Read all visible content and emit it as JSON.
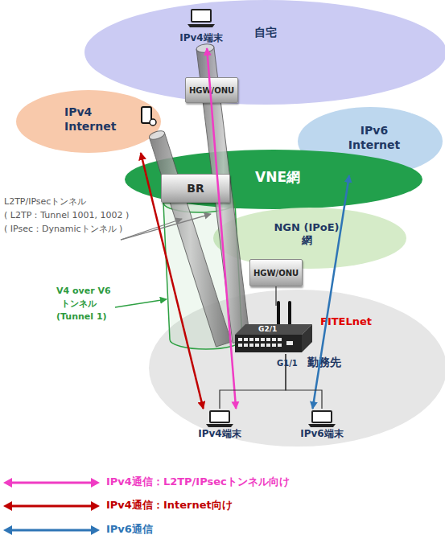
{
  "diagram": {
    "nodes": [
      {
        "text": [
          "自宅"
        ]
      },
      {
        "text": [
          "IPv4端末"
        ],
        "in": 0
      },
      {
        "text": [
          "HGW/ONU"
        ]
      },
      {
        "text": [
          "IPv4 Internet"
        ]
      },
      {
        "text": [
          "IPv6 Internet"
        ]
      },
      {
        "text": [
          "VNE網"
        ]
      },
      {
        "text": [
          "BR"
        ],
        "in": 5
      },
      {
        "text": [
          "NGN (IPoE)網"
        ]
      },
      {
        "text": [
          "勤務先"
        ]
      },
      {
        "text": [
          "HGW/ONU"
        ]
      },
      {
        "text": [
          "FITELnet"
        ],
        "in": 8
      },
      {
        "text": [
          "IPv4端末"
        ],
        "in": 8
      },
      {
        "text": [
          "IPv6端末"
        ],
        "in": 8
      }
    ],
    "edges": [
      {
        "from": 11,
        "to": 1,
        "arrow": "both"
      },
      {
        "from": 11,
        "to": 3,
        "arrow": "both"
      },
      {
        "from": 12,
        "to": 4,
        "arrow": "both"
      },
      {
        "from": 10,
        "to": 9,
        "arrow": "none"
      },
      {
        "from": 10,
        "to": 11,
        "arrow": "none"
      },
      {
        "from": 10,
        "to": 12,
        "arrow": "none"
      }
    ],
    "labels": [
      "L2TP/IPsecトンネル",
      "( L2TP：Tunnel 1001, 1002 )",
      "( IPsec：Dynamicトンネル )",
      "V4 over V6",
      "トンネル",
      "(Tunnel 1)",
      "G2/1",
      "G1/1"
    ],
    "legend": [
      {
        "text": "IPv4通信：L2TP/IPsecトンネル向け",
        "color": "#f03cc4"
      },
      {
        "text": "IPv4通信：Internet向け",
        "color": "#c00000"
      },
      {
        "text": "IPv6通信",
        "color": "#2e75b6"
      }
    ]
  }
}
